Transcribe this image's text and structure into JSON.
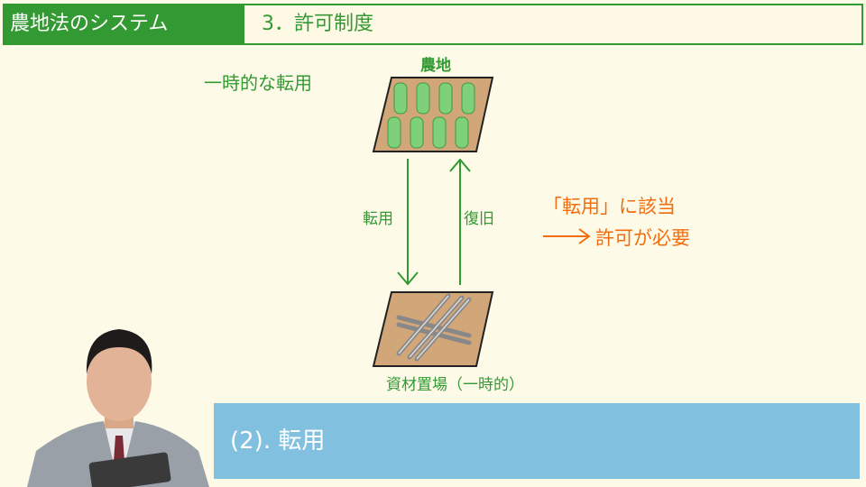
{
  "header": {
    "section": "農地法のシステム",
    "chapter": "3．許可制度"
  },
  "slide": {
    "temporary_label": "一時的な転用",
    "farmland_label": "農地",
    "conversion_label": "転用",
    "restoration_label": "復旧",
    "storage_label": "資材置場（一時的）",
    "note_line1": "「転用」に該当",
    "note_line2": "許可が必要"
  },
  "banner": {
    "title": "(2). 転用"
  },
  "colors": {
    "green": "#339933",
    "orange": "#f26d10",
    "banner": "#82c0e0"
  }
}
